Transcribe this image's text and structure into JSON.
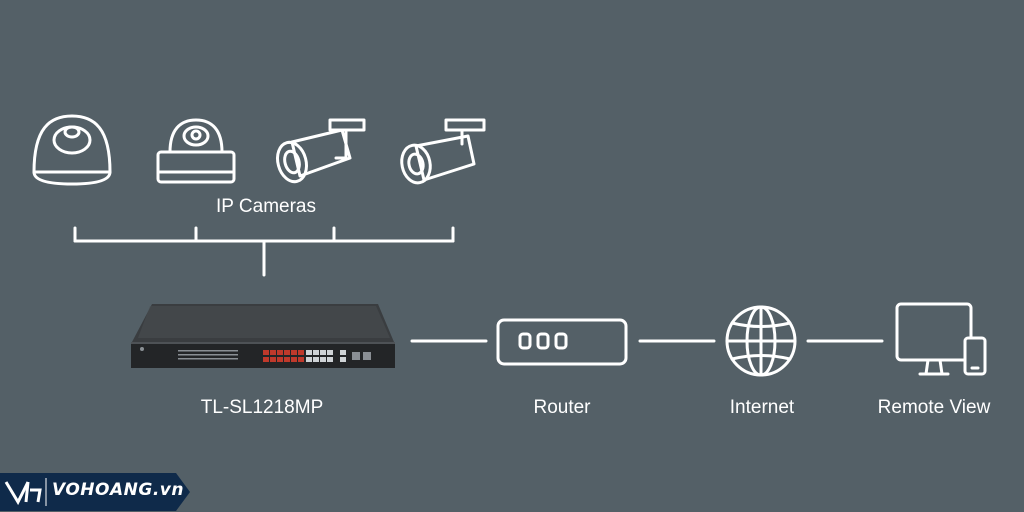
{
  "diagram": {
    "cameras_label": "IP Cameras",
    "switch_label": "TL-SL1218MP",
    "router_label": "Router",
    "internet_label": "Internet",
    "remote_label": "Remote View"
  },
  "watermark": {
    "text": "VOHOANG.vn"
  },
  "colors": {
    "background": "#546067",
    "line": "#ffffff",
    "switch_body": "#2b2e31",
    "poe_port": "#c0392b",
    "watermark_bg": "#0f2a4a"
  },
  "icons": [
    "dome-camera-icon",
    "dome-camera-icon",
    "bullet-camera-icon",
    "bullet-camera-icon",
    "router-icon",
    "globe-icon",
    "monitor-phone-icon"
  ]
}
